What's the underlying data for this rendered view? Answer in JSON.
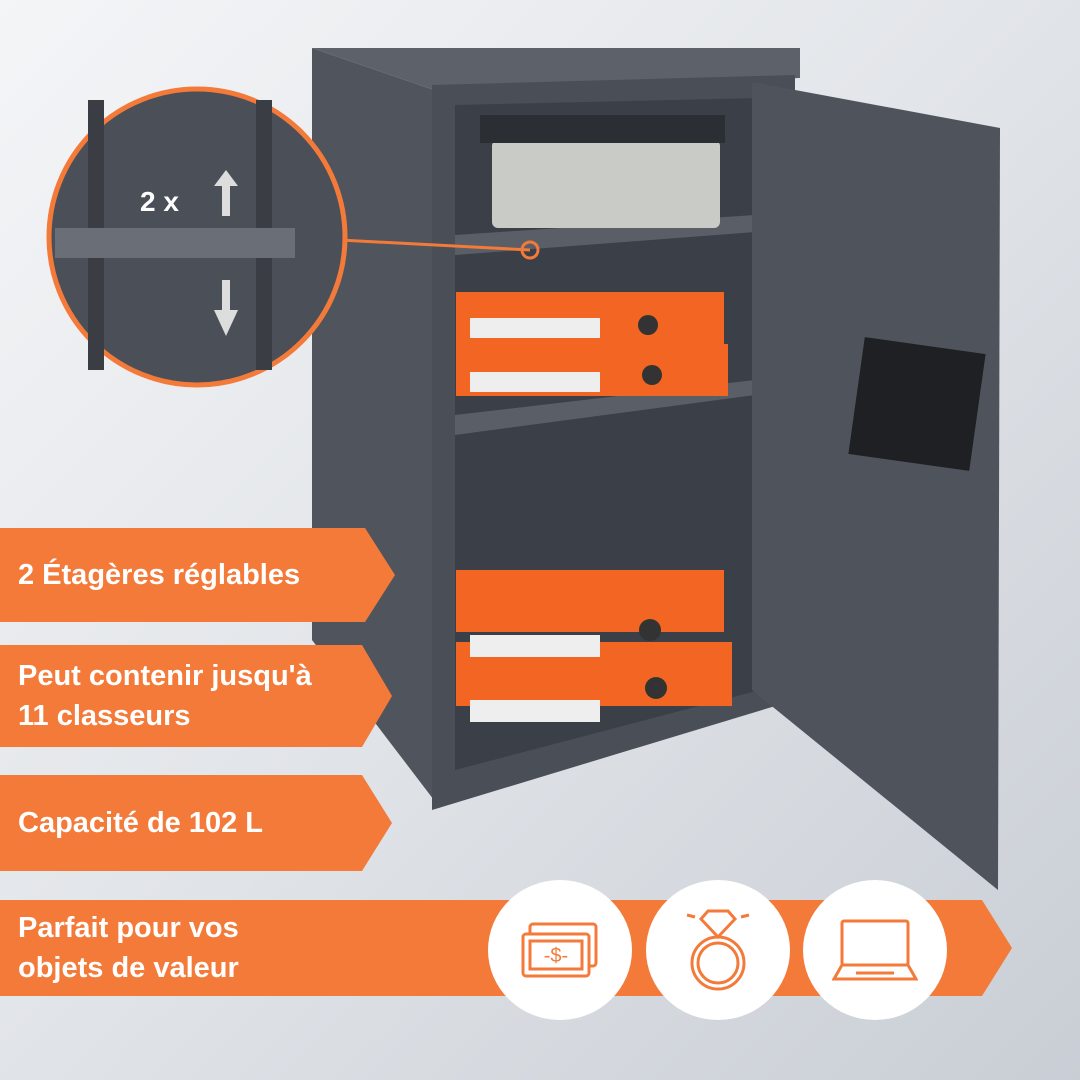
{
  "colors": {
    "accent": "#f47a3a",
    "safe": "#4a4e57",
    "binder": "#f26522"
  },
  "inset": {
    "label": "2 x",
    "icons": [
      "arrow-up-icon",
      "arrow-down-icon"
    ]
  },
  "features": [
    {
      "label": "2 Étagères réglables"
    },
    {
      "label_line1": "Peut contenir jusqu'à",
      "label_line2": "11 classeurs"
    },
    {
      "label": "Capacité de 102 L"
    },
    {
      "label_line1": "Parfait pour vos",
      "label_line2": "objets de valeur"
    }
  ],
  "value_icons": [
    "money-icon",
    "diamond-ring-icon",
    "laptop-icon"
  ]
}
